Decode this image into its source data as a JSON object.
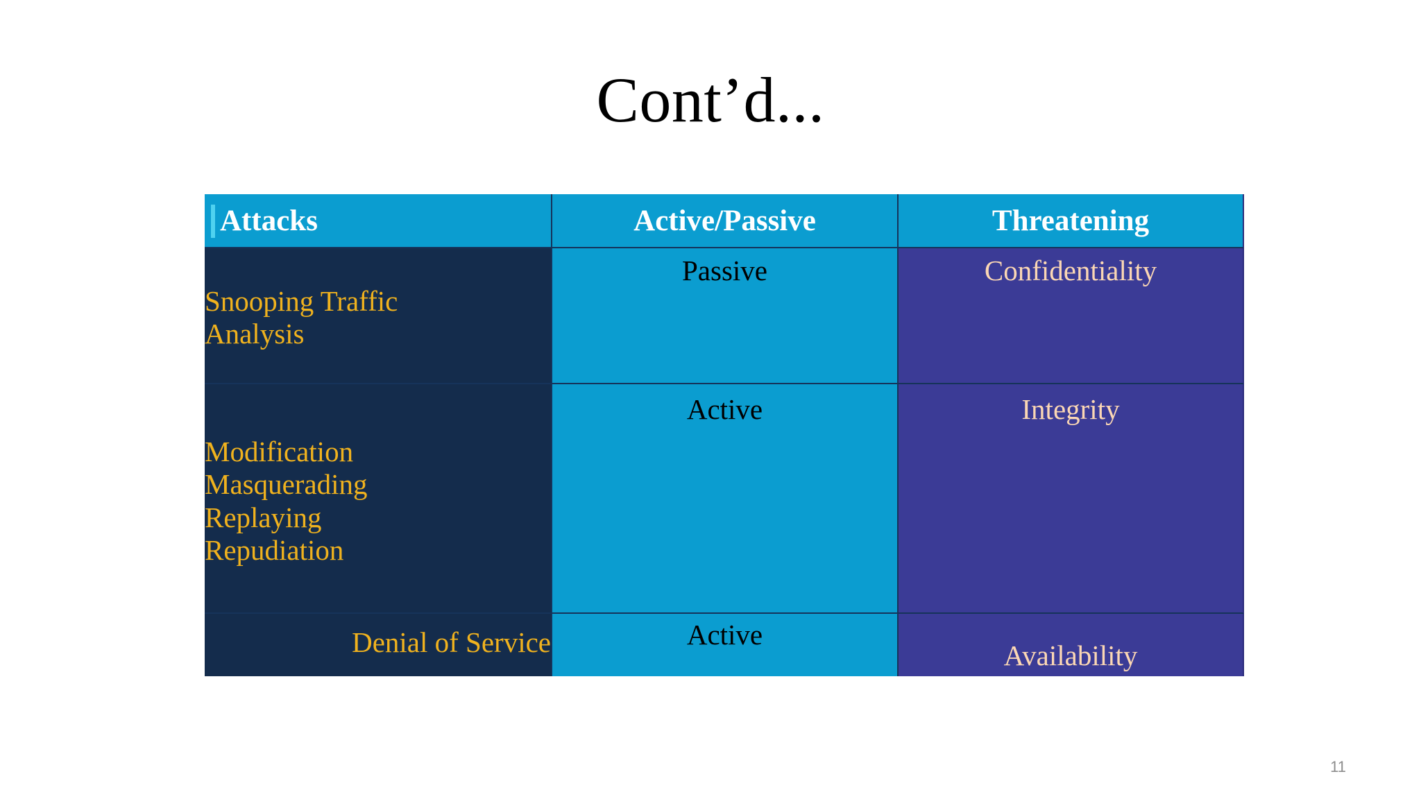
{
  "slide": {
    "title": "Cont’d...",
    "page_number": "11",
    "background_color": "#ffffff"
  },
  "colors": {
    "header_fill": "#0b9dd0",
    "attacks_fill": "#142c4c",
    "mode_fill": "#0b9dd0",
    "threat_fill": "#3b3b96",
    "attacks_text": "#f0b21e",
    "mode_text": "#000000",
    "threat_text": "#fbd7b4",
    "header_text": "#ffffff",
    "border": "#16335a",
    "cursor": "#4fd2f0",
    "page_number_text": "#8c8c8c"
  },
  "table": {
    "headers": [
      "Attacks",
      "Active/Passive",
      "Threatening"
    ],
    "rows": [
      {
        "attacks": [
          "Snooping Traffic",
          "Analysis"
        ],
        "mode": "Passive",
        "threatening": "Confidentiality"
      },
      {
        "attacks": [
          "Modification",
          "Masquerading",
          "Replaying",
          "Repudiation"
        ],
        "mode": "Active",
        "threatening": "Integrity"
      },
      {
        "attacks": [
          "Denial of Service"
        ],
        "mode": "Active",
        "threatening": "Availability"
      }
    ]
  }
}
